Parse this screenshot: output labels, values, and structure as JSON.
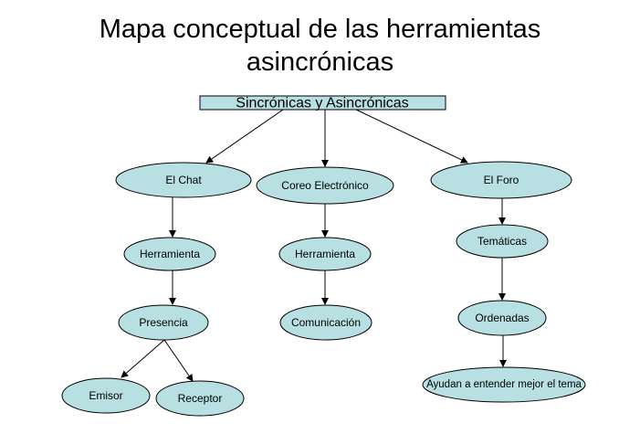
{
  "title": {
    "line1": "Mapa conceptual de las herramientas",
    "line2": "asincrónicas"
  },
  "colors": {
    "node_fill": "#b8dfe2",
    "stroke": "#000000"
  },
  "nodes": {
    "root": "Sincrónicas y Asincrónicas",
    "chat": "El Chat",
    "correo": "Coreo Electrónico",
    "foro": "El Foro",
    "herramienta1": "Herramienta",
    "herramienta2": "Herramienta",
    "tematicas": "Temáticas",
    "presencia": "Presencia",
    "comunicacion": "Comunicación",
    "ordenadas": "Ordenadas",
    "emisor": "Emisor",
    "receptor": "Receptor",
    "ayudan": "Ayudan a entender mejor el tema"
  }
}
